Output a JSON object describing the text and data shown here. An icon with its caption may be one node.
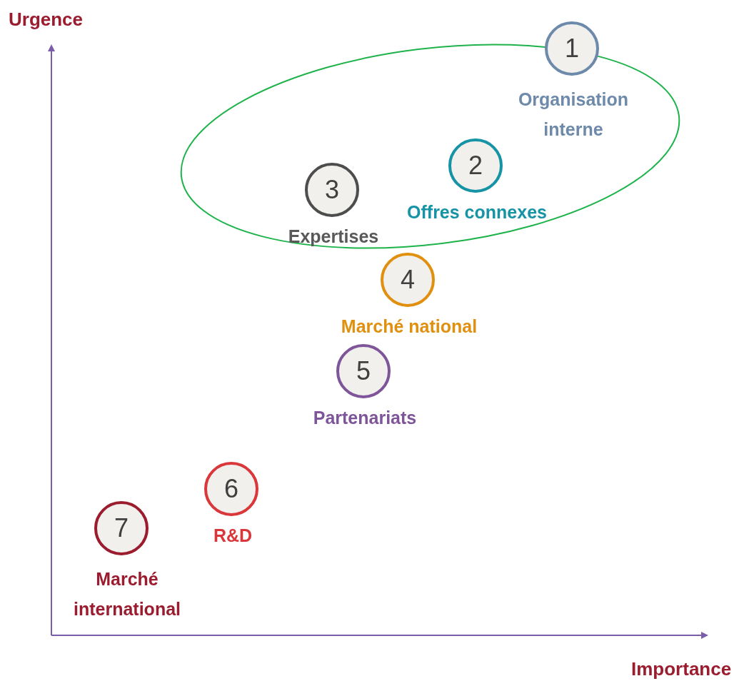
{
  "diagram": {
    "nodes": [
      {
        "text": [],
        "shape": "ellipse"
      },
      {
        "text": [
          "1"
        ],
        "beside": [
          "Organisation interne"
        ],
        "in": 0
      },
      {
        "text": [
          "2"
        ],
        "beside": [
          "Offres connexes"
        ],
        "in": 0
      },
      {
        "text": [
          "3"
        ],
        "beside": [
          "Expertises"
        ],
        "in": 0
      },
      {
        "text": [
          "4"
        ],
        "beside": [
          "Marché national"
        ]
      },
      {
        "text": [
          "5"
        ],
        "beside": [
          "Partenariats"
        ]
      },
      {
        "text": [
          "6"
        ],
        "beside": [
          "R&D"
        ]
      },
      {
        "text": [
          "7"
        ],
        "beside": [
          "Marché international"
        ]
      }
    ],
    "edges": [],
    "labels": [
      "Urgence",
      "Importance"
    ]
  }
}
